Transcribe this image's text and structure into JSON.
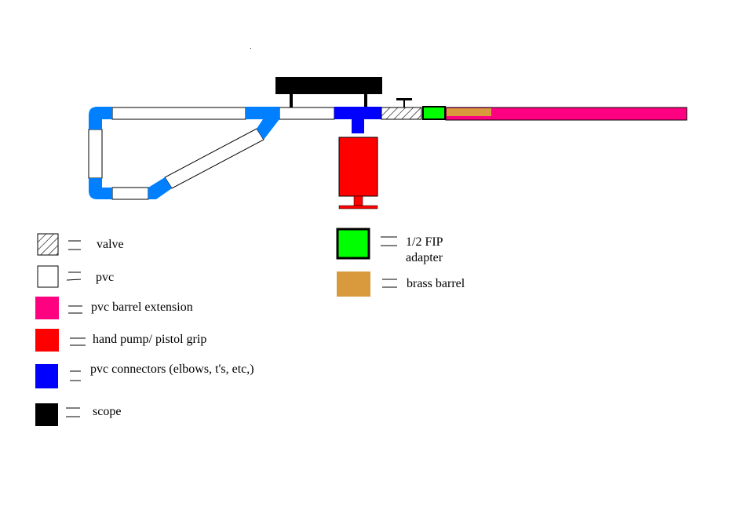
{
  "colors": {
    "valve_pattern": "#000000",
    "pvc": "#ffffff",
    "pvc_barrel_extension": "#ff0080",
    "hand_pump_pistol_grip": "#ff0000",
    "pvc_connectors_legend": "#0000ff",
    "pvc_connectors_tee": "#0000ff",
    "pvc_connectors_elbows": "#0080ff",
    "scope": "#000000",
    "fip_adapter": "#00ff00",
    "brass_barrel": "#d89a3c"
  },
  "legend": {
    "valve": "valve",
    "pvc": "pvc",
    "pvc_barrel_extension": "pvc barrel extension",
    "hand_pump": "hand pump/ pistol grip",
    "pvc_connectors": "pvc connectors (elbows, t's, etc,)",
    "scope": "scope",
    "fip_adapter_line1": "1/2 FIP",
    "fip_adapter_line2": "adapter",
    "brass_barrel": "brass barrel"
  }
}
